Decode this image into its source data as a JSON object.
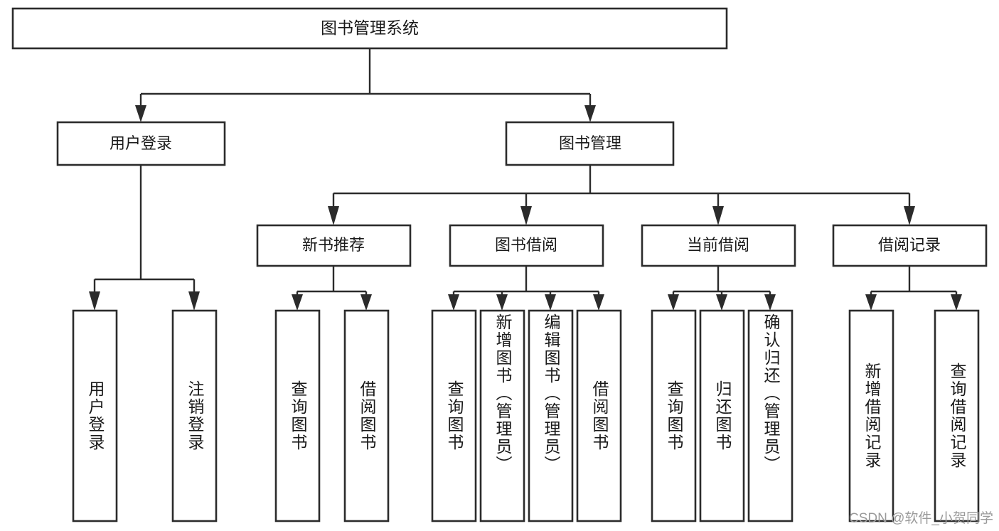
{
  "diagram": {
    "title": "图书管理系统",
    "type": "tree-hierarchy-chart",
    "watermark": "CSDN @软件_小贺同学",
    "colors": {
      "stroke": "#2b2b2b",
      "fill": "#ffffff",
      "text": "#1a1a1a",
      "watermark": "#9a9a9a"
    },
    "levels": {
      "root": {
        "label": "图书管理系统"
      },
      "level2": [
        {
          "id": "user-login",
          "label": "用户登录"
        },
        {
          "id": "book-management",
          "label": "图书管理"
        }
      ],
      "level3": [
        {
          "id": "new-book-recommend",
          "label": "新书推荐",
          "parent": "book-management"
        },
        {
          "id": "book-borrow",
          "label": "图书借阅",
          "parent": "book-management"
        },
        {
          "id": "current-borrow",
          "label": "当前借阅",
          "parent": "book-management"
        },
        {
          "id": "borrow-record",
          "label": "借阅记录",
          "parent": "book-management"
        }
      ],
      "leaves": [
        {
          "id": "leaf-user-login",
          "label": "用户登录",
          "parent": "user-login"
        },
        {
          "id": "leaf-logout-login",
          "label": "注销登录",
          "parent": "user-login"
        },
        {
          "id": "leaf-query-book-1",
          "label": "查询图书",
          "parent": "new-book-recommend"
        },
        {
          "id": "leaf-borrow-book-1",
          "label": "借阅图书",
          "parent": "new-book-recommend"
        },
        {
          "id": "leaf-query-book-2",
          "label": "查询图书",
          "parent": "book-borrow"
        },
        {
          "id": "leaf-add-book",
          "label": "新增图书（管理员）",
          "parent": "book-borrow"
        },
        {
          "id": "leaf-edit-book",
          "label": "编辑图书（管理员）",
          "parent": "book-borrow"
        },
        {
          "id": "leaf-borrow-book-2",
          "label": "借阅图书",
          "parent": "book-borrow"
        },
        {
          "id": "leaf-query-book-3",
          "label": "查询图书",
          "parent": "current-borrow"
        },
        {
          "id": "leaf-return-book",
          "label": "归还图书",
          "parent": "current-borrow"
        },
        {
          "id": "leaf-confirm-return",
          "label": "确认归还（管理员）",
          "parent": "current-borrow"
        },
        {
          "id": "leaf-add-record",
          "label": "新增借阅记录",
          "parent": "borrow-record"
        },
        {
          "id": "leaf-query-record",
          "label": "查询借阅记录",
          "parent": "borrow-record"
        }
      ]
    }
  }
}
